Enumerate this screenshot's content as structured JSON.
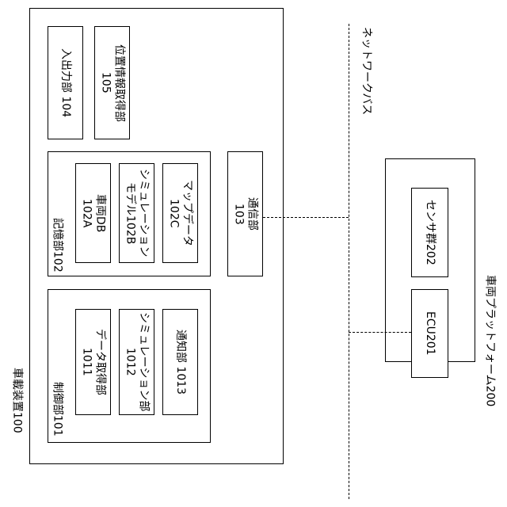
{
  "vehicle_device": {
    "label": "車載装置100",
    "io_unit": "入出力部 104",
    "location_unit": "位置情報取得部\n105",
    "storage": {
      "label": "記憶部102",
      "vehicle_db": "車両DB\n102A",
      "simulation_model": "シミュレーション\nモデル102B",
      "map_data": "マップデータ\n102C"
    },
    "comm_unit": "通信部\n103",
    "control": {
      "label": "制御部101",
      "data_acquisition": "データ取得部\n1011",
      "simulation_unit": "シミュレーション部\n1012",
      "notification_unit": "通知部 1013"
    }
  },
  "network_bus": "ネットワークバス",
  "vehicle_platform": {
    "label": "車両プラットフォーム200",
    "sensor_group": "センサ群202",
    "ecu": "ECU201"
  }
}
